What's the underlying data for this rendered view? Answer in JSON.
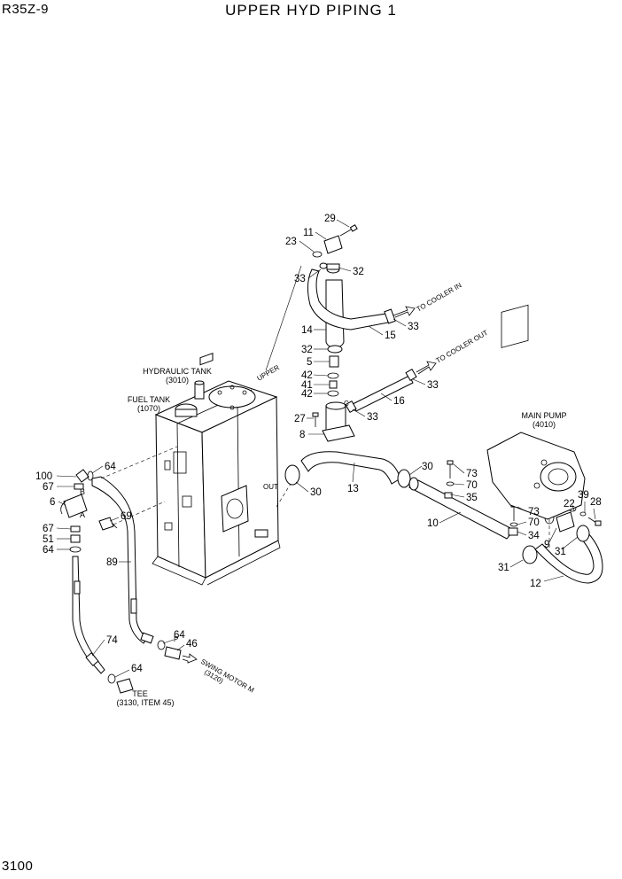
{
  "header": {
    "model": "R35Z-9",
    "title": "UPPER HYD PIPING 1"
  },
  "footer": {
    "page_number": "3100"
  },
  "labels": {
    "hydraulic_tank": [
      "HYDRAULIC TANK",
      "(3010)"
    ],
    "fuel_tank": [
      "FUEL TANK",
      "(1070)"
    ],
    "main_pump": [
      "MAIN PUMP",
      "(4010)"
    ],
    "tee": [
      "TEE",
      "(3130, ITEM 45)"
    ],
    "to_cooler_in": "TO COOLER IN",
    "to_cooler_out": "TO COOLER OUT",
    "swing_motor": [
      "SWING MOTOR M",
      "(3120)"
    ],
    "port_out": "OUT",
    "port_upper": "UPPER",
    "port_a": "A",
    "port_b": "B",
    "port_c": "C",
    "port_s": "S",
    "port_p": "P"
  },
  "callouts": [
    "29",
    "11",
    "23",
    "33",
    "32",
    "14",
    "15",
    "33",
    "32",
    "5",
    "42",
    "41",
    "42",
    "27",
    "8",
    "33",
    "16",
    "33",
    "13",
    "30",
    "30",
    "73",
    "70",
    "35",
    "10",
    "73",
    "70",
    "34",
    "31",
    "9",
    "31",
    "22",
    "39",
    "28",
    "12",
    "100",
    "64",
    "67",
    "6",
    "67",
    "51",
    "64",
    "69",
    "89",
    "74",
    "64",
    "46",
    "64"
  ]
}
